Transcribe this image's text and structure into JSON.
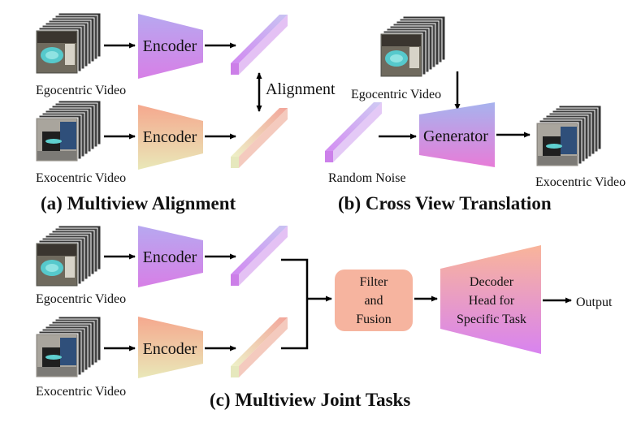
{
  "panels": {
    "a": {
      "caption": "(a) Multiview Alignment",
      "ego_label": "Egocentric Video",
      "exo_label": "Exocentric Video",
      "encoder_top": "Encoder",
      "encoder_bottom": "Encoder",
      "alignment_label": "Alignment"
    },
    "b": {
      "caption": "(b) Cross View Translation",
      "ego_label": "Egocentric Video",
      "noise_label": "Random Noise",
      "generator_label": "Generator",
      "exo_label": "Exocentric Video"
    },
    "c": {
      "caption": "(c) Multiview Joint Tasks",
      "ego_label": "Egocentric Video",
      "exo_label": "Exocentric Video",
      "encoder_top": "Encoder",
      "encoder_bottom": "Encoder",
      "filter_line1": "Filter",
      "filter_line2": "and",
      "filter_line3": "Fusion",
      "decoder_line1": "Decoder",
      "decoder_line2": "Head for",
      "decoder_line3": "Specific Task",
      "output_label": "Output"
    }
  },
  "colors": {
    "ego_encoder": [
      "#b7a8f0",
      "#d77fe6"
    ],
    "exo_encoder": [
      "#f5a88e",
      "#e9e8b8"
    ],
    "ego_feature": [
      "#d18af1",
      "#c8c3f2"
    ],
    "exo_feature": [
      "#eef1c8",
      "#f2a59a"
    ],
    "generator": [
      "#a7b3ee",
      "#e77cd8"
    ],
    "filter_box": "#f6b49f",
    "decoder": [
      "#f9b59a",
      "#d883f0"
    ]
  }
}
